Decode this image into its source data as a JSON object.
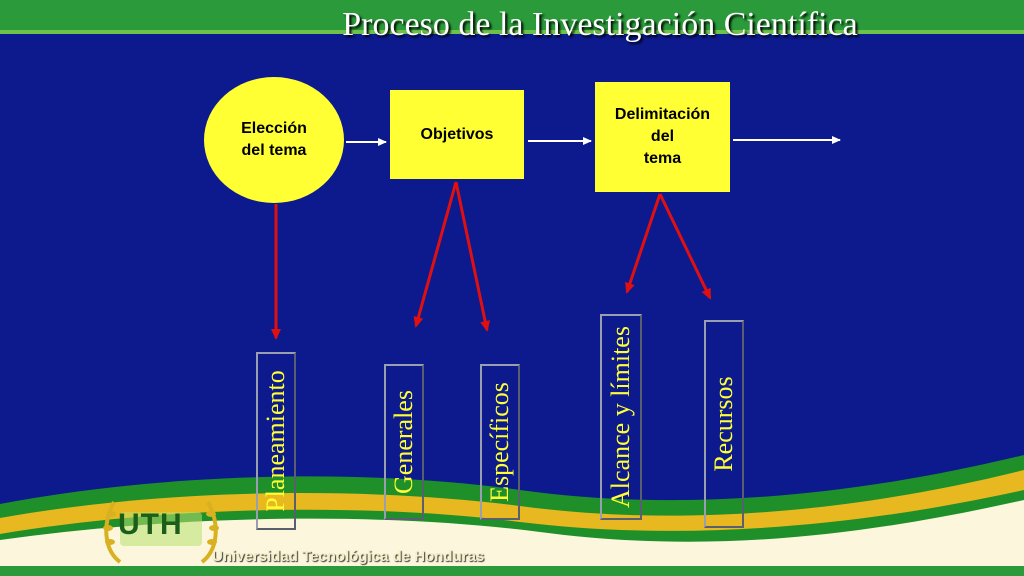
{
  "slide": {
    "title": "Proceso de la Investigación Científica",
    "footer": "Universidad Tecnológica de Honduras",
    "logo_text": "UTH"
  },
  "nodes": {
    "eleccion": {
      "line1": "Elección",
      "line2": "del tema"
    },
    "objetivos": {
      "label": "Objetivos"
    },
    "delimitacion": {
      "line1": "Delimitación",
      "line2": "del",
      "line3": "tema"
    }
  },
  "leaves": {
    "planeamiento": "Planeamiento",
    "generales": "Generales",
    "especificos": "Específicos",
    "alcance": "Alcance y límites",
    "recursos": "Recursos"
  },
  "colors": {
    "background": "#0c1a8e",
    "node_fill": "#ffff33",
    "leaf_text": "#ffff33",
    "flow_arrow": "#ffffff",
    "branch_arrow": "#e01010",
    "top_bar": "#2a9a3a",
    "footer_green": "#1f8f2a",
    "footer_gold": "#e8b820"
  }
}
